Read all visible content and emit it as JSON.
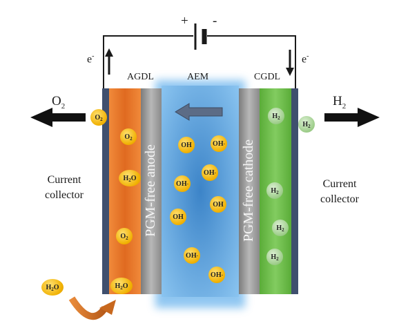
{
  "battery": {
    "plus": "+",
    "minus": "-"
  },
  "electrons": {
    "left": "e",
    "right": "e",
    "charge": "-"
  },
  "layers": {
    "agdl": "AGDL",
    "aem": "AEM",
    "cgdl": "CGDL"
  },
  "anode_label": "PGM-free anode",
  "cathode_label": "PGM-free cathode",
  "left_collector": {
    "line1": "Current",
    "line2": "collector"
  },
  "right_collector": {
    "line1": "Current",
    "line2": "collector"
  },
  "outputs": {
    "o2": "O",
    "o2_sub": "2",
    "h2": "H",
    "h2_sub": "2"
  },
  "molecules": {
    "oh": "OH",
    "oh_minus": "OH",
    "minus": "-",
    "h2o_h": "H",
    "h2o_sub": "2",
    "h2o_o": "O",
    "o2_o": "O",
    "o2_sub": "2",
    "h2_h": "H",
    "h2_sub": "2"
  },
  "colors": {
    "agdl": "#e9772a",
    "anode": "#9a9a9a",
    "aem": "#5fa8e0",
    "cathode": "#9a9a9a",
    "cgdl": "#6abe46",
    "collector": "#3f4f6e",
    "wire": "#1a1a1a"
  }
}
